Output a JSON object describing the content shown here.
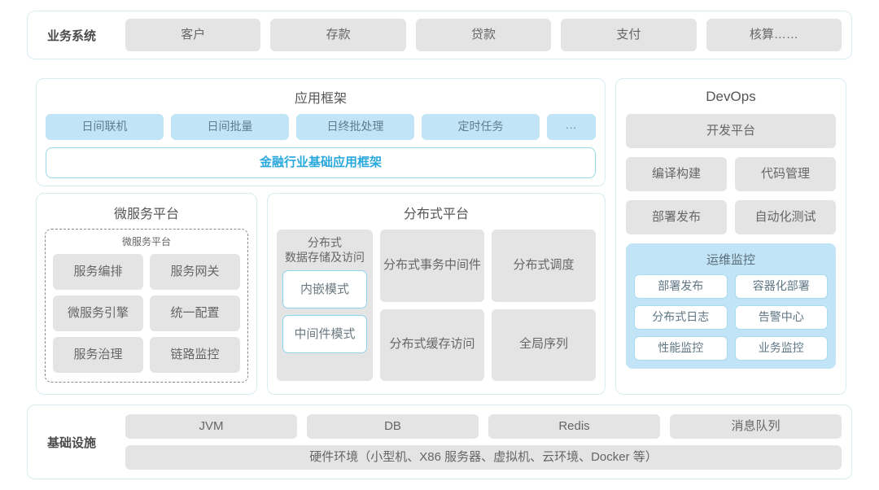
{
  "business_row": {
    "label": "业务系统",
    "items": [
      "客户",
      "存款",
      "贷款",
      "支付",
      "核算……"
    ]
  },
  "app_framework": {
    "title": "应用框架",
    "chips": [
      "日间联机",
      "日间批量",
      "日终批处理",
      "定时任务",
      "..."
    ],
    "base_bar": "金融行业基础应用框架"
  },
  "microservice": {
    "title": "微服务平台",
    "inner_title": "微服务平台",
    "items": [
      "服务编排",
      "服务网关",
      "微服务引擎",
      "统一配置",
      "服务治理",
      "链路监控"
    ]
  },
  "distributed": {
    "title": "分布式平台",
    "left_card": {
      "caption_line1": "分布式",
      "caption_line2": "数据存储及访问",
      "modes": [
        "内嵌模式",
        "中间件模式"
      ]
    },
    "right_cells": [
      {
        "line1": "分布式",
        "line2": "事务中间件"
      },
      {
        "line1": "分布式调度",
        "line2": ""
      },
      {
        "line1": "分布式",
        "line2": "缓存访问"
      },
      {
        "line1": "全局序列",
        "line2": ""
      }
    ]
  },
  "devops": {
    "title": "DevOps",
    "platform": "开发平台",
    "pairs": [
      [
        "编译构建",
        "代码管理"
      ],
      [
        "部署发布",
        "自动化测试"
      ]
    ],
    "monitor": {
      "title": "运维监控",
      "items": [
        "部署发布",
        "容器化部署",
        "分布式日志",
        "告警中心",
        "性能监控",
        "业务监控"
      ]
    }
  },
  "infrastructure": {
    "label": "基础设施",
    "top_items": [
      "JVM",
      "DB",
      "Redis",
      "消息队列"
    ],
    "hardware": "硬件环境（小型机、X86 服务器、虚拟机、云环境、Docker 等）"
  },
  "colors": {
    "blue_chip": "#c2e4f7",
    "gray_chip": "#e4e4e4",
    "accent_text": "#29a8dc",
    "card_border": "#d8ecf1"
  }
}
